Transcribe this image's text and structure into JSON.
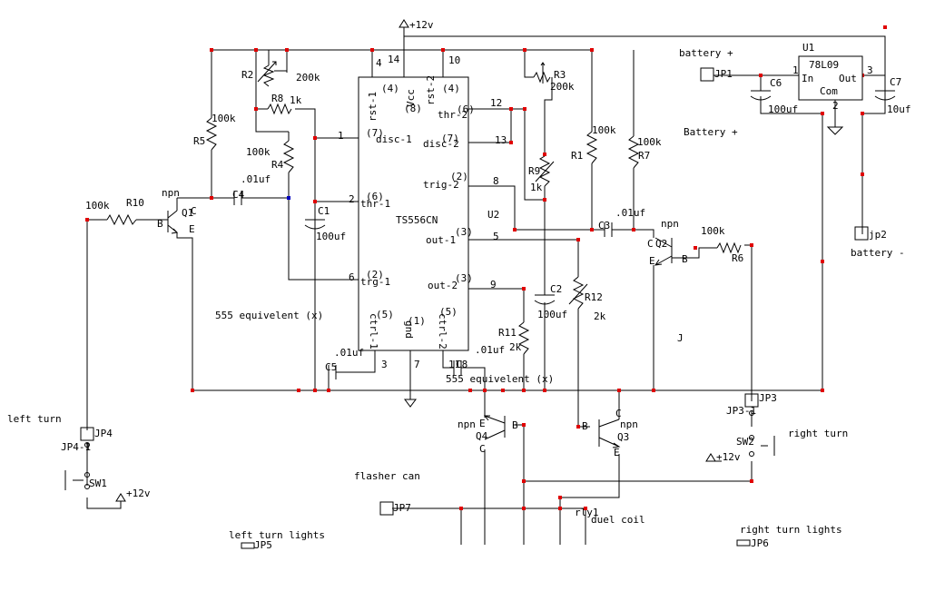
{
  "ic": {
    "name": "TS556CN",
    "ref": "U2",
    "pins_left": [
      "disc-1",
      "thr-1",
      "trg-1"
    ],
    "pins_right": [
      "thr-2",
      "disc-2",
      "trig-2",
      "out-1",
      "out-2"
    ],
    "pins_top": [
      "rst-1",
      "Vcc",
      "rst-2"
    ],
    "pins_bottom": [
      "ctrl-1",
      "gnd",
      "ctrl-2"
    ],
    "pin_numbers": {
      "p1": "1",
      "p2": "2",
      "p6": "6",
      "p4": "4",
      "p14": "14",
      "p10": "10",
      "p12": "12",
      "p13": "13",
      "p8": "8",
      "p5": "5",
      "p9": "9",
      "p3": "3",
      "p7": "7",
      "p11": "11"
    },
    "pin_alias": {
      "a4a": "(4)",
      "a8": "(8)",
      "a4b": "(4)",
      "a7": "(7)",
      "a6": "(6)",
      "a2": "(2)",
      "a6b": "(6)",
      "a7b": "(7)",
      "a2b": "(2)",
      "a3": "(3)",
      "a3b": "(3)",
      "a5a": "(5)",
      "a1": "(1)",
      "a5b": "(5)"
    },
    "ctrl1": "ctrl-1",
    "gnd": "gnd",
    "ctrl2": "ctrl-2"
  },
  "regulator": {
    "ref": "U1",
    "part": "78L09",
    "in": "In",
    "out": "Out",
    "com": "Com",
    "pin1": "1",
    "pin2": "2",
    "pin3": "3"
  },
  "components": {
    "r2": "R2",
    "r2v": "200k",
    "r8": "R8",
    "r8v": "1k",
    "r5v": "100k",
    "r5": "R5",
    "r4v": "100k",
    "r4": "R4",
    "r10v": "100k",
    "r10": "R10",
    "r3": "R3",
    "r3v": "200k",
    "r9": "R9",
    "r9v": "1k",
    "r1v": "100k",
    "r1": "R1",
    "r7v": "100k",
    "r7": "R7",
    "r6v": "100k",
    "r6": "R6",
    "r12": "R12",
    "r12v": "2k",
    "r11": "R11",
    "r11v": "2k",
    "c4v": ".01uf",
    "c4": "C4",
    "c1": "C1",
    "c1v": "100uf",
    "c3v": ".01uf",
    "c3": "C3",
    "c2": "C2",
    "c2v": "100uf",
    "c5v": ".01uf",
    "c5": "C5",
    "c8v": ".01uf",
    "c8": "C8",
    "c6": "C6",
    "c6v": "100uf",
    "c7": "C7",
    "c7v": "10uf",
    "q1": "Q1",
    "q1t": "npn",
    "q2": "Q2",
    "q2t": "npn",
    "q3": "Q3",
    "q3t": "npn",
    "q4": "Q4",
    "q4t": "npn",
    "jp1": "JP1",
    "jp2": "jp2",
    "jp3": "JP3",
    "jp3pin": "JP3-1",
    "jp4": "JP4",
    "jp4pin": "JP4-1",
    "jp5": "JP5",
    "jp6": "JP6",
    "jp7": "JP7",
    "sw1": "SW1",
    "sw2": "SW2",
    "rly": "rly1",
    "b": "B",
    "c": "C",
    "e": "E"
  },
  "labels": {
    "vcc_top": "+12v",
    "vcc_sw1": "+12v",
    "vcc_sw2": "+12v",
    "battery_plus_1": "battery +",
    "battery_plus_2": "Battery +",
    "battery_minus": "battery -",
    "equiv_1": "555 equivelent (x)",
    "equiv_2": "555 equivelent (x)",
    "left_turn": "left turn",
    "right_turn": "right turn",
    "flasher_can": "flasher can",
    "dual_coil": "duel coil",
    "left_turn_lights": "left turn lights",
    "right_turn_lights": "right turn lights",
    "j": "J"
  },
  "colors": {
    "wire": "#000000",
    "node": "#e00000",
    "node_blue": "#0000c0"
  }
}
